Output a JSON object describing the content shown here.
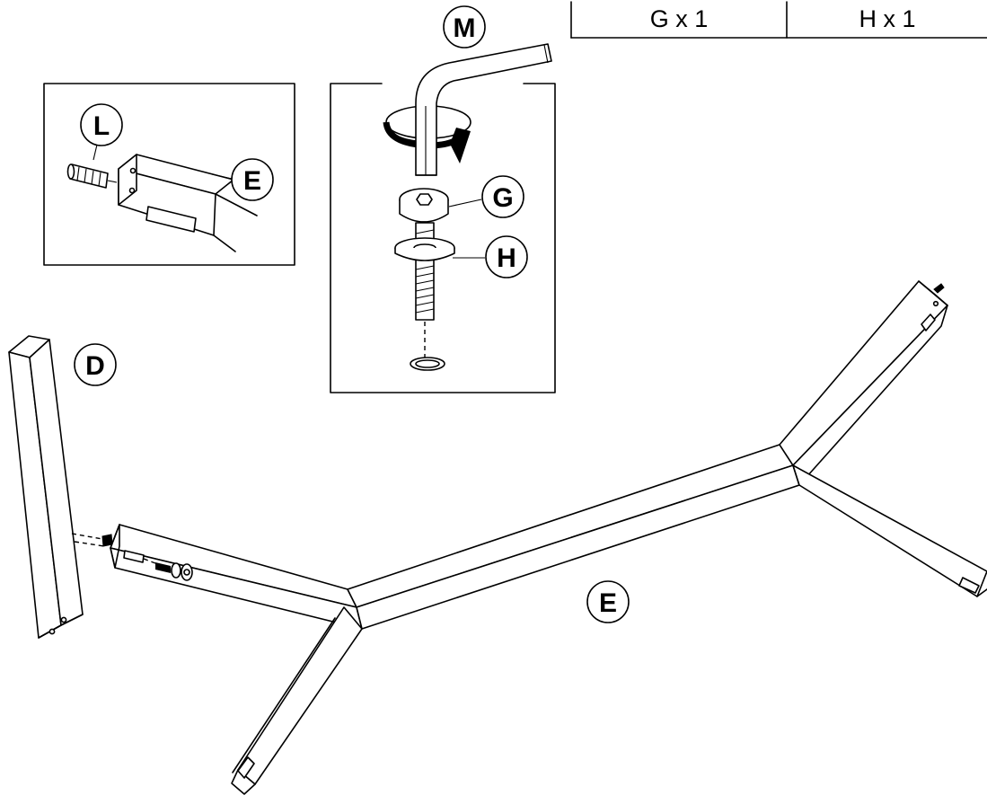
{
  "parts_table": {
    "cells": [
      "G x 1",
      "H x 1"
    ]
  },
  "callouts": {
    "tool_M": "M",
    "part_L": "L",
    "part_E_detail": "E",
    "part_G": "G",
    "part_H": "H",
    "part_D": "D",
    "part_E_main": "E"
  },
  "icons": {
    "hex_key": "allen-key-icon",
    "rotation": "rotation-arrow-icon",
    "bolt": "hex-bolt-icon",
    "washer": "lock-washer-icon",
    "dowel": "dowel-pin-icon"
  },
  "colors": {
    "line": "#000000",
    "background": "#ffffff"
  }
}
